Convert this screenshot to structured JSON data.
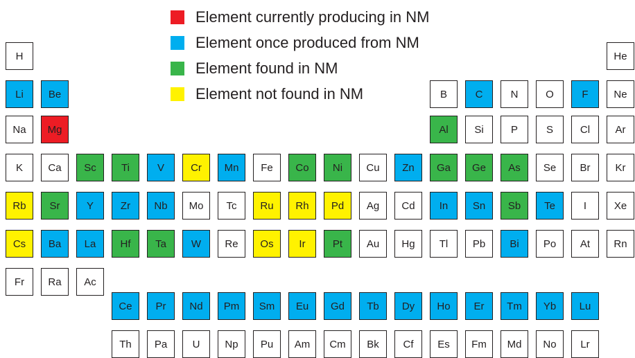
{
  "colors": {
    "producing": "#ed1c24",
    "once": "#00aeef",
    "found": "#39b54a",
    "notfound": "#fff200",
    "none": "#ffffff"
  },
  "legend": [
    {
      "key": "producing",
      "label": "Element currently producing in NM"
    },
    {
      "key": "once",
      "label": "Element once produced from NM"
    },
    {
      "key": "found",
      "label": "Element found in NM"
    },
    {
      "key": "notfound",
      "label": "Element not found in NM"
    }
  ],
  "rows": [
    [
      [
        "H",
        1,
        "none"
      ],
      [
        "He",
        18,
        "none"
      ]
    ],
    [
      [
        "Li",
        1,
        "once"
      ],
      [
        "Be",
        2,
        "once"
      ],
      [
        "B",
        13,
        "none"
      ],
      [
        "C",
        14,
        "once"
      ],
      [
        "N",
        15,
        "none"
      ],
      [
        "O",
        16,
        "none"
      ],
      [
        "F",
        17,
        "once"
      ],
      [
        "Ne",
        18,
        "none"
      ]
    ],
    [
      [
        "Na",
        1,
        "none"
      ],
      [
        "Mg",
        2,
        "producing"
      ],
      [
        "Al",
        13,
        "found"
      ],
      [
        "Si",
        14,
        "none"
      ],
      [
        "P",
        15,
        "none"
      ],
      [
        "S",
        16,
        "none"
      ],
      [
        "Cl",
        17,
        "none"
      ],
      [
        "Ar",
        18,
        "none"
      ]
    ],
    [
      [
        "K",
        1,
        "none"
      ],
      [
        "Ca",
        2,
        "none"
      ],
      [
        "Sc",
        3,
        "found"
      ],
      [
        "Ti",
        4,
        "found"
      ],
      [
        "V",
        5,
        "once"
      ],
      [
        "Cr",
        6,
        "notfound"
      ],
      [
        "Mn",
        7,
        "once"
      ],
      [
        "Fe",
        8,
        "none"
      ],
      [
        "Co",
        9,
        "found"
      ],
      [
        "Ni",
        10,
        "found"
      ],
      [
        "Cu",
        11,
        "none"
      ],
      [
        "Zn",
        12,
        "once"
      ],
      [
        "Ga",
        13,
        "found"
      ],
      [
        "Ge",
        14,
        "found"
      ],
      [
        "As",
        15,
        "found"
      ],
      [
        "Se",
        16,
        "none"
      ],
      [
        "Br",
        17,
        "none"
      ],
      [
        "Kr",
        18,
        "none"
      ]
    ],
    [
      [
        "Rb",
        1,
        "notfound"
      ],
      [
        "Sr",
        2,
        "found"
      ],
      [
        "Y",
        3,
        "once"
      ],
      [
        "Zr",
        4,
        "once"
      ],
      [
        "Nb",
        5,
        "once"
      ],
      [
        "Mo",
        6,
        "none"
      ],
      [
        "Tc",
        7,
        "none"
      ],
      [
        "Ru",
        8,
        "notfound"
      ],
      [
        "Rh",
        9,
        "notfound"
      ],
      [
        "Pd",
        10,
        "notfound"
      ],
      [
        "Ag",
        11,
        "none"
      ],
      [
        "Cd",
        12,
        "none"
      ],
      [
        "In",
        13,
        "once"
      ],
      [
        "Sn",
        14,
        "once"
      ],
      [
        "Sb",
        15,
        "found"
      ],
      [
        "Te",
        16,
        "once"
      ],
      [
        "I",
        17,
        "none"
      ],
      [
        "Xe",
        18,
        "none"
      ]
    ],
    [
      [
        "Cs",
        1,
        "notfound"
      ],
      [
        "Ba",
        2,
        "once"
      ],
      [
        "La",
        3,
        "once"
      ],
      [
        "Hf",
        4,
        "found"
      ],
      [
        "Ta",
        5,
        "found"
      ],
      [
        "W",
        6,
        "once"
      ],
      [
        "Re",
        7,
        "none"
      ],
      [
        "Os",
        8,
        "notfound"
      ],
      [
        "Ir",
        9,
        "notfound"
      ],
      [
        "Pt",
        10,
        "found"
      ],
      [
        "Au",
        11,
        "none"
      ],
      [
        "Hg",
        12,
        "none"
      ],
      [
        "Tl",
        13,
        "none"
      ],
      [
        "Pb",
        14,
        "none"
      ],
      [
        "Bi",
        15,
        "once"
      ],
      [
        "Po",
        16,
        "none"
      ],
      [
        "At",
        17,
        "none"
      ],
      [
        "Rn",
        18,
        "none"
      ]
    ],
    [
      [
        "Fr",
        1,
        "none"
      ],
      [
        "Ra",
        2,
        "none"
      ],
      [
        "Ac",
        3,
        "none"
      ]
    ],
    [
      [
        "Ce",
        4,
        "once"
      ],
      [
        "Pr",
        5,
        "once"
      ],
      [
        "Nd",
        6,
        "once"
      ],
      [
        "Pm",
        7,
        "once"
      ],
      [
        "Sm",
        8,
        "once"
      ],
      [
        "Eu",
        9,
        "once"
      ],
      [
        "Gd",
        10,
        "once"
      ],
      [
        "Tb",
        11,
        "once"
      ],
      [
        "Dy",
        12,
        "once"
      ],
      [
        "Ho",
        13,
        "once"
      ],
      [
        "Er",
        14,
        "once"
      ],
      [
        "Tm",
        15,
        "once"
      ],
      [
        "Yb",
        16,
        "once"
      ],
      [
        "Lu",
        17,
        "once"
      ]
    ],
    [
      [
        "Th",
        4,
        "none"
      ],
      [
        "Pa",
        5,
        "none"
      ],
      [
        "U",
        6,
        "none"
      ],
      [
        "Np",
        7,
        "none"
      ],
      [
        "Pu",
        8,
        "none"
      ],
      [
        "Am",
        9,
        "none"
      ],
      [
        "Cm",
        10,
        "none"
      ],
      [
        "Bk",
        11,
        "none"
      ],
      [
        "Cf",
        12,
        "none"
      ],
      [
        "Es",
        13,
        "none"
      ],
      [
        "Fm",
        14,
        "none"
      ],
      [
        "Md",
        15,
        "none"
      ],
      [
        "No",
        16,
        "none"
      ],
      [
        "Lr",
        17,
        "none"
      ]
    ]
  ]
}
